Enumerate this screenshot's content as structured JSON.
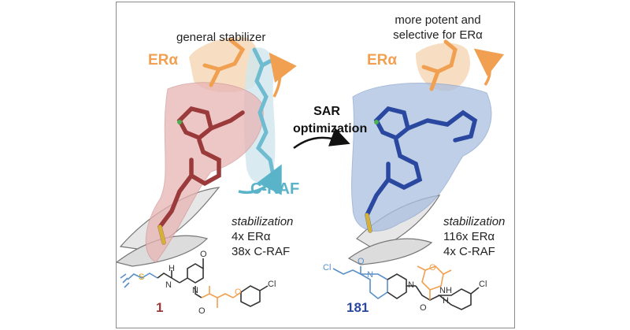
{
  "left": {
    "header": "general stabilizer",
    "target_label": "ERα",
    "partner_label": "C-RAF",
    "stabilization_title": "stabilization",
    "fold_era": "4x ERα",
    "fold_craf": "38x C-RAF",
    "compound_number": "1",
    "atoms": {
      "s": "S",
      "nh": "H",
      "n1": "N",
      "n2": "N",
      "o1": "O",
      "o2": "O",
      "o3": "O",
      "cl": "Cl"
    }
  },
  "right": {
    "header_line1": "more potent and",
    "header_line2": "selective for ERα",
    "target_label": "ERα",
    "stabilization_title": "stabilization",
    "fold_era": "116x ERα",
    "fold_craf": "4x C-RAF",
    "compound_number": "181",
    "atoms": {
      "cl1": "Cl",
      "o1": "O",
      "n1": "N",
      "n2": "N",
      "o2": "O",
      "o3": "O",
      "nh": "NH",
      "h": "H",
      "cl2": "Cl"
    }
  },
  "center": {
    "arrow_label_line1": "SAR",
    "arrow_label_line2": "optimization"
  },
  "colors": {
    "era_orange": "#f0a050",
    "craf_cyan": "#5ab4c9",
    "compound1_red": "#9b3a3a",
    "compound181_blue": "#2a48a0",
    "left_surface": "#e8b4b4",
    "right_surface": "#a9bfe0"
  }
}
